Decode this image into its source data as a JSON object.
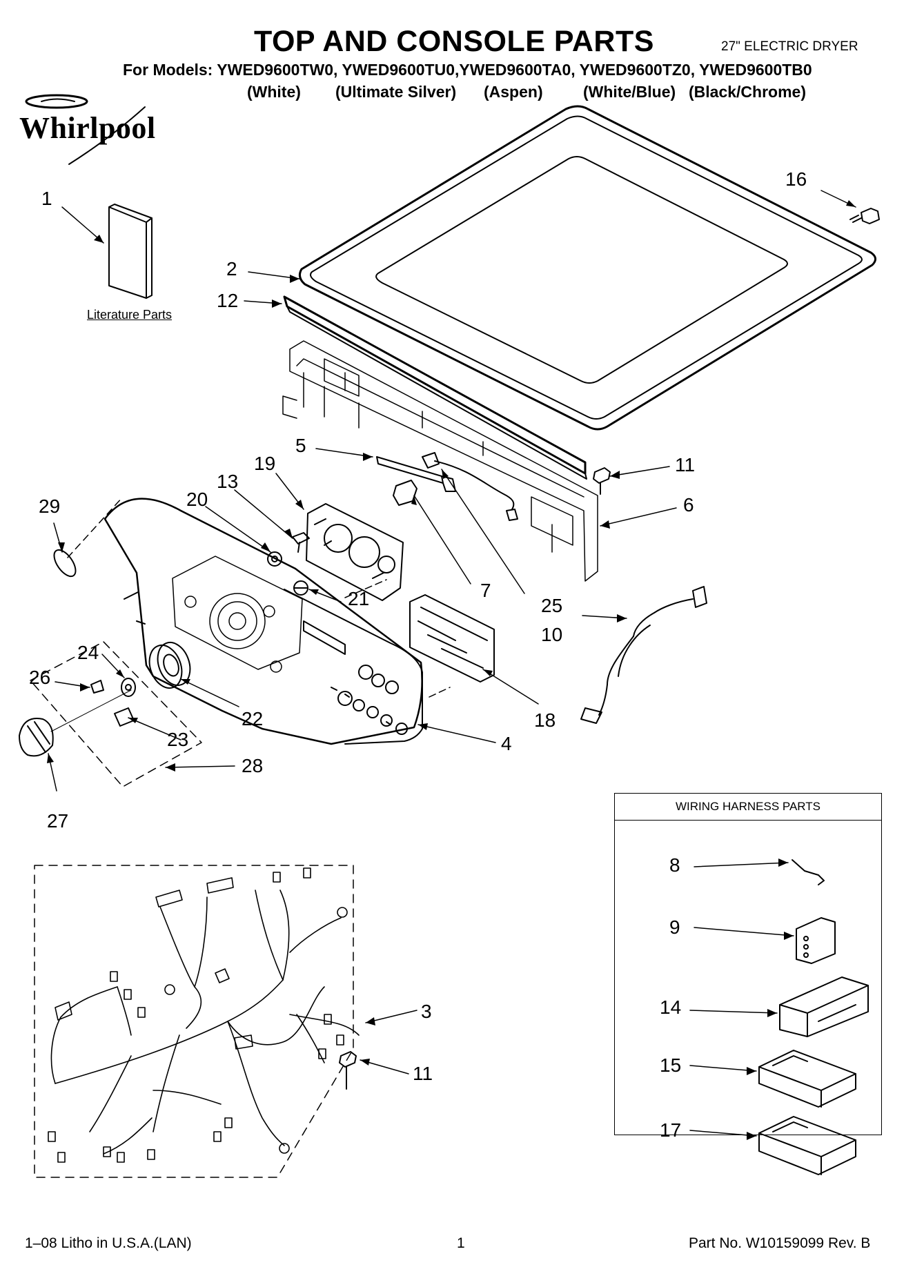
{
  "header": {
    "title": "TOP AND CONSOLE PARTS",
    "subtitle": "27\" ELECTRIC DRYER",
    "models_line": "For Models: YWED9600TW0, YWED9600TU0,YWED9600TA0, YWED9600TZ0, YWED9600TB0",
    "colors": [
      "(White)",
      "(Ultimate Silver)",
      "(Aspen)",
      "(White/Blue)",
      "(Black/Chrome)"
    ]
  },
  "brand": {
    "logo_text": "Whirlpool"
  },
  "diagram": {
    "literature_caption": "Literature Parts",
    "wiring_box_title": "WIRING HARNESS PARTS",
    "callouts": [
      "1",
      "2",
      "12",
      "16",
      "5",
      "11",
      "6",
      "19",
      "13",
      "20",
      "29",
      "7",
      "25",
      "21",
      "10",
      "24",
      "26",
      "18",
      "22",
      "23",
      "4",
      "28",
      "27",
      "8",
      "9",
      "14",
      "3",
      "11",
      "15",
      "17"
    ]
  },
  "footer": {
    "left": "1–08 Litho in U.S.A.(LAN)",
    "page_number": "1",
    "part_number": "Part No. W10159099 Rev. B"
  }
}
